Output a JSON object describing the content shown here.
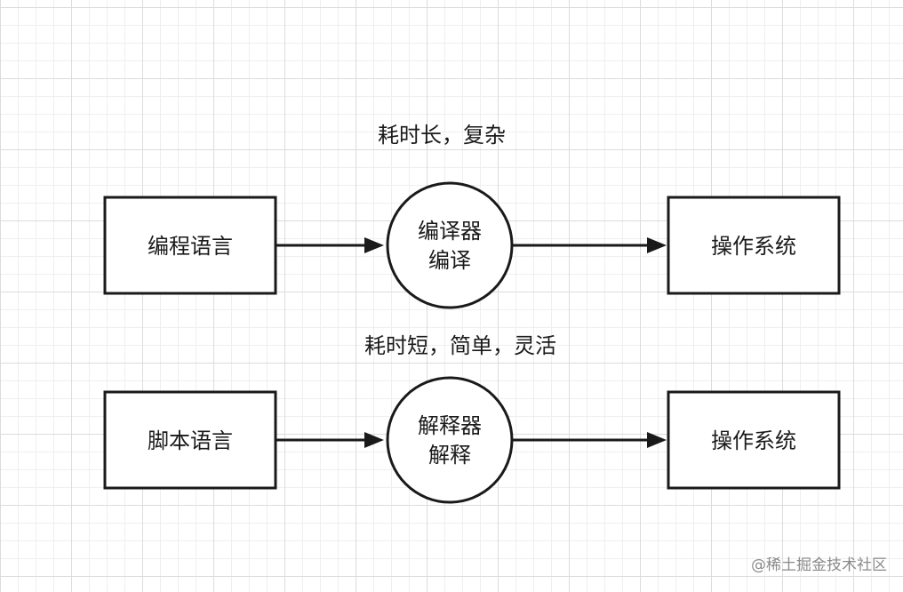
{
  "diagram": {
    "row1": {
      "note": "耗时长，复杂",
      "source": "编程语言",
      "process_line1": "编译器",
      "process_line2": "编译",
      "target": "操作系统"
    },
    "row2": {
      "note": "耗时短，简单，灵活",
      "source": "脚本语言",
      "process_line1": "解释器",
      "process_line2": "解释",
      "target": "操作系统"
    }
  },
  "watermark": "@稀土掘金技术社区"
}
